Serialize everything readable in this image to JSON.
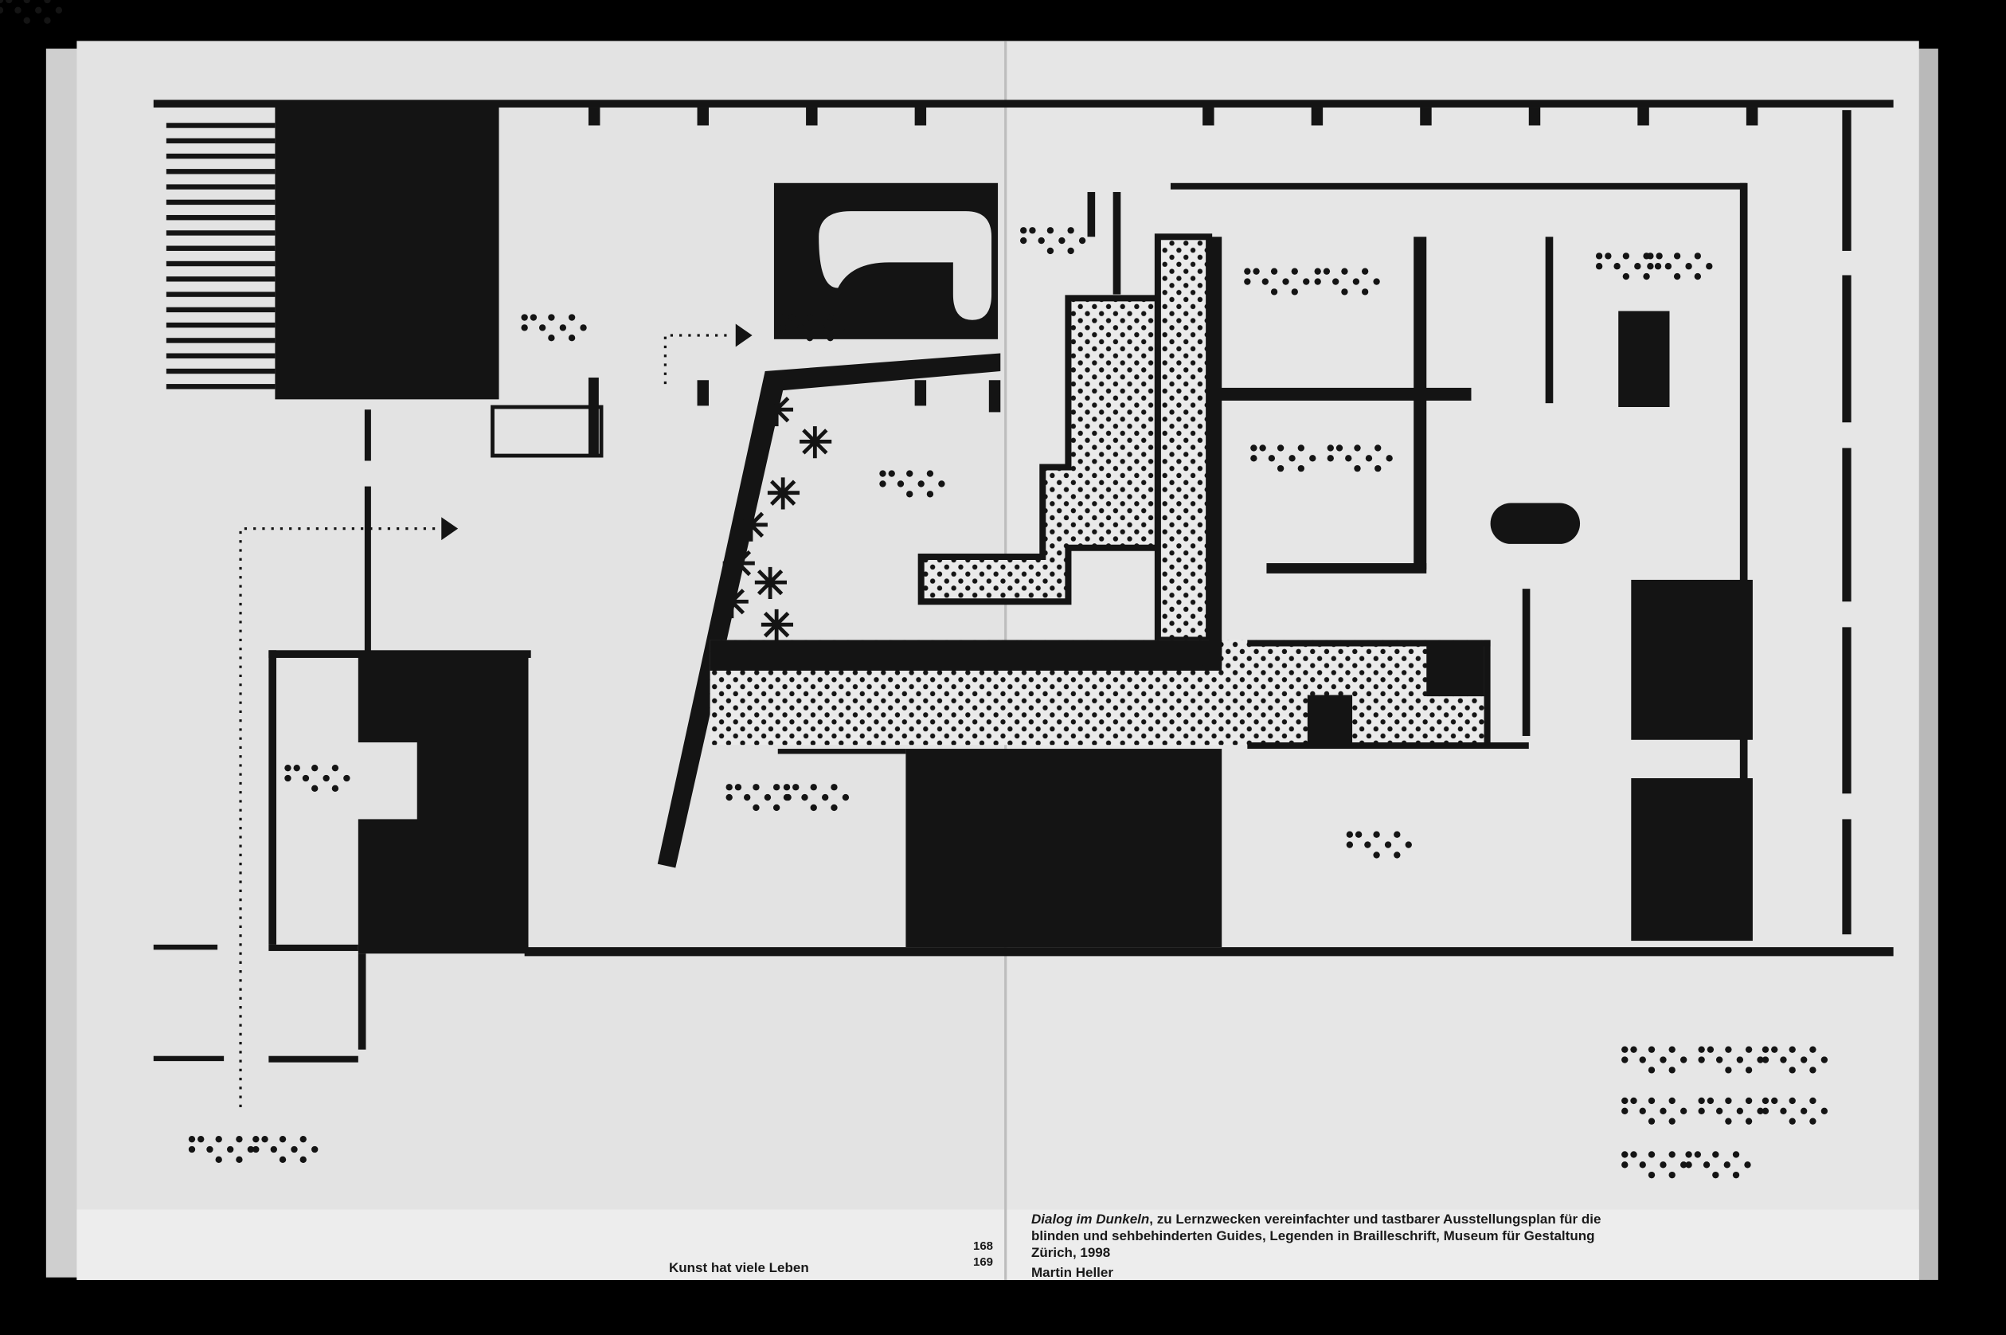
{
  "book": {
    "running_title": "Kunst hat viele Leben",
    "page_left": "168",
    "page_right": "169"
  },
  "caption": {
    "title_italic": "Dialog im Dunkeln",
    "text": ", zu Lernzwecken vereinfachter und tastbarer Ausstellungsplan für die blinden und sehbehinderten Guides, Legenden in Brailleschrift, Museum für Gestaltung Zürich, 1998",
    "author": "Martin Heller"
  },
  "colors": {
    "paper": "#e4e4e4",
    "ink": "#141414",
    "background": "#000000"
  }
}
